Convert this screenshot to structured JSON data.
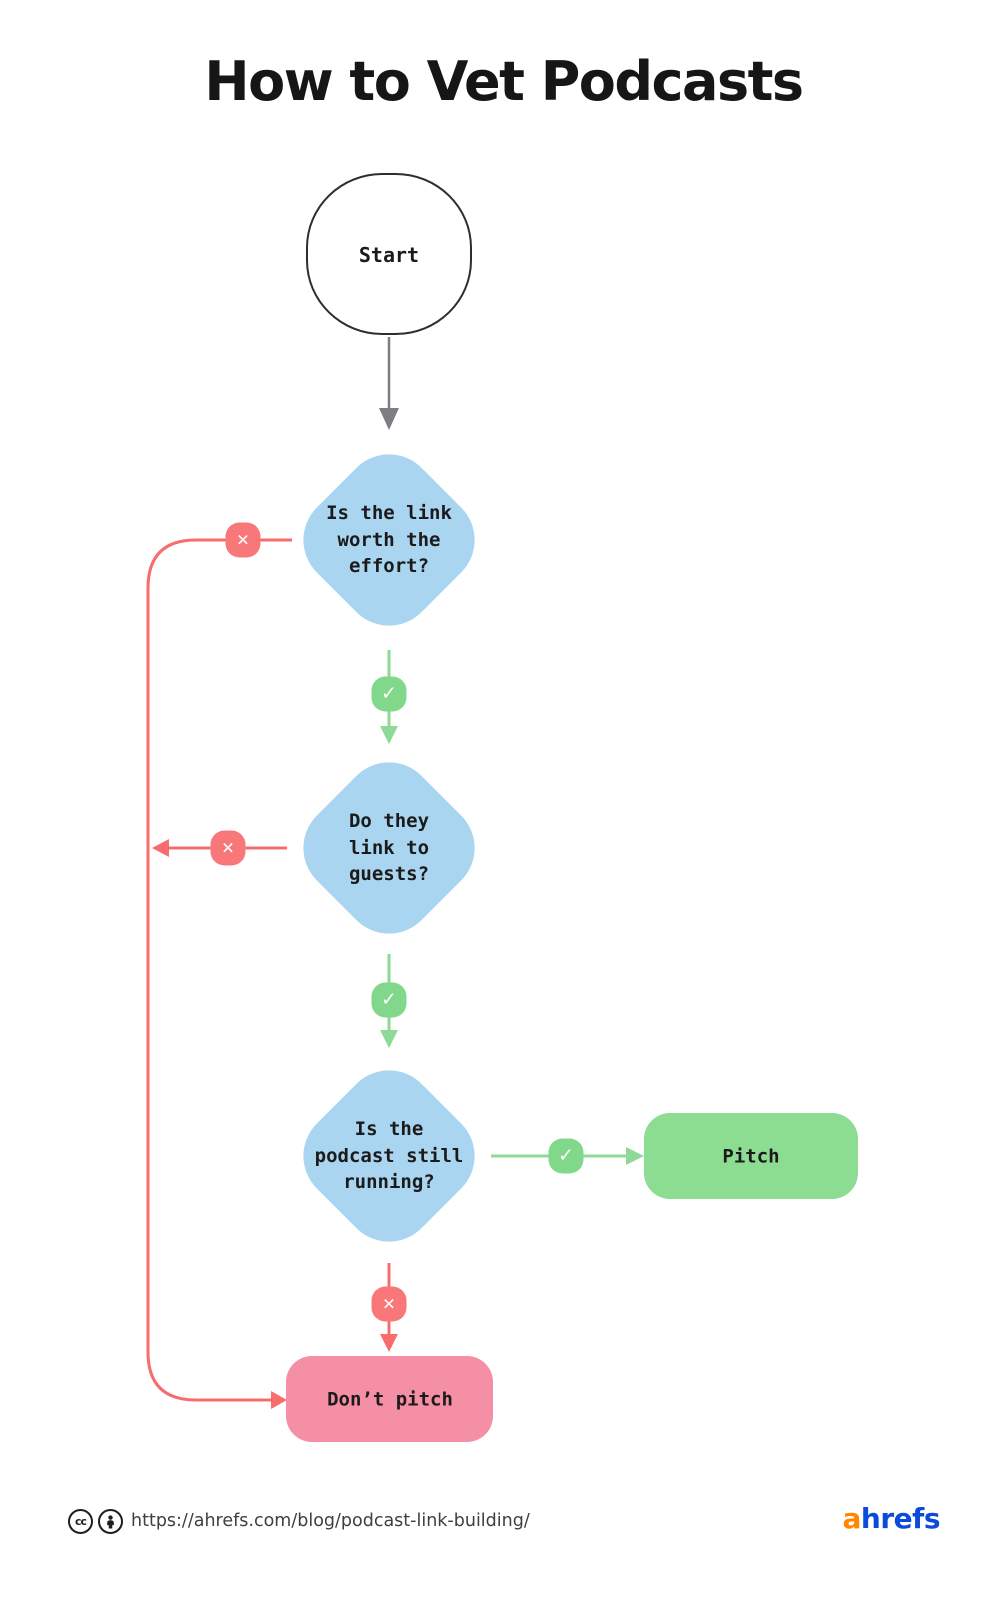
{
  "title": "How to Vet Podcasts",
  "nodes": {
    "start": {
      "label": "Start"
    },
    "q1": {
      "label": "Is the link worth the effort?"
    },
    "q2": {
      "label": "Do they link to guests?"
    },
    "q3": {
      "label": "Is the podcast still running?"
    },
    "pitch": {
      "label": "Pitch"
    },
    "dont_pitch": {
      "label": "Don’t pitch"
    }
  },
  "icons": {
    "check_glyph": "✓",
    "cross_glyph": "✕",
    "cc_glyph": "cc"
  },
  "footer": {
    "url": "https://ahrefs.com/blog/podcast-link-building/",
    "logo_a": "a",
    "logo_rest": "hrefs"
  },
  "colors": {
    "blue": "#a9d5f0",
    "green-line": "#8ed996",
    "green-badge": "#82d88a",
    "green-box": "#8cdc92",
    "red": "#f76d6d",
    "red-badge": "#f87779",
    "pink": "#f48fa6",
    "gray": "#7d7d84",
    "logo-orange": "#ff8800",
    "logo-blue": "#0b4bdb"
  }
}
